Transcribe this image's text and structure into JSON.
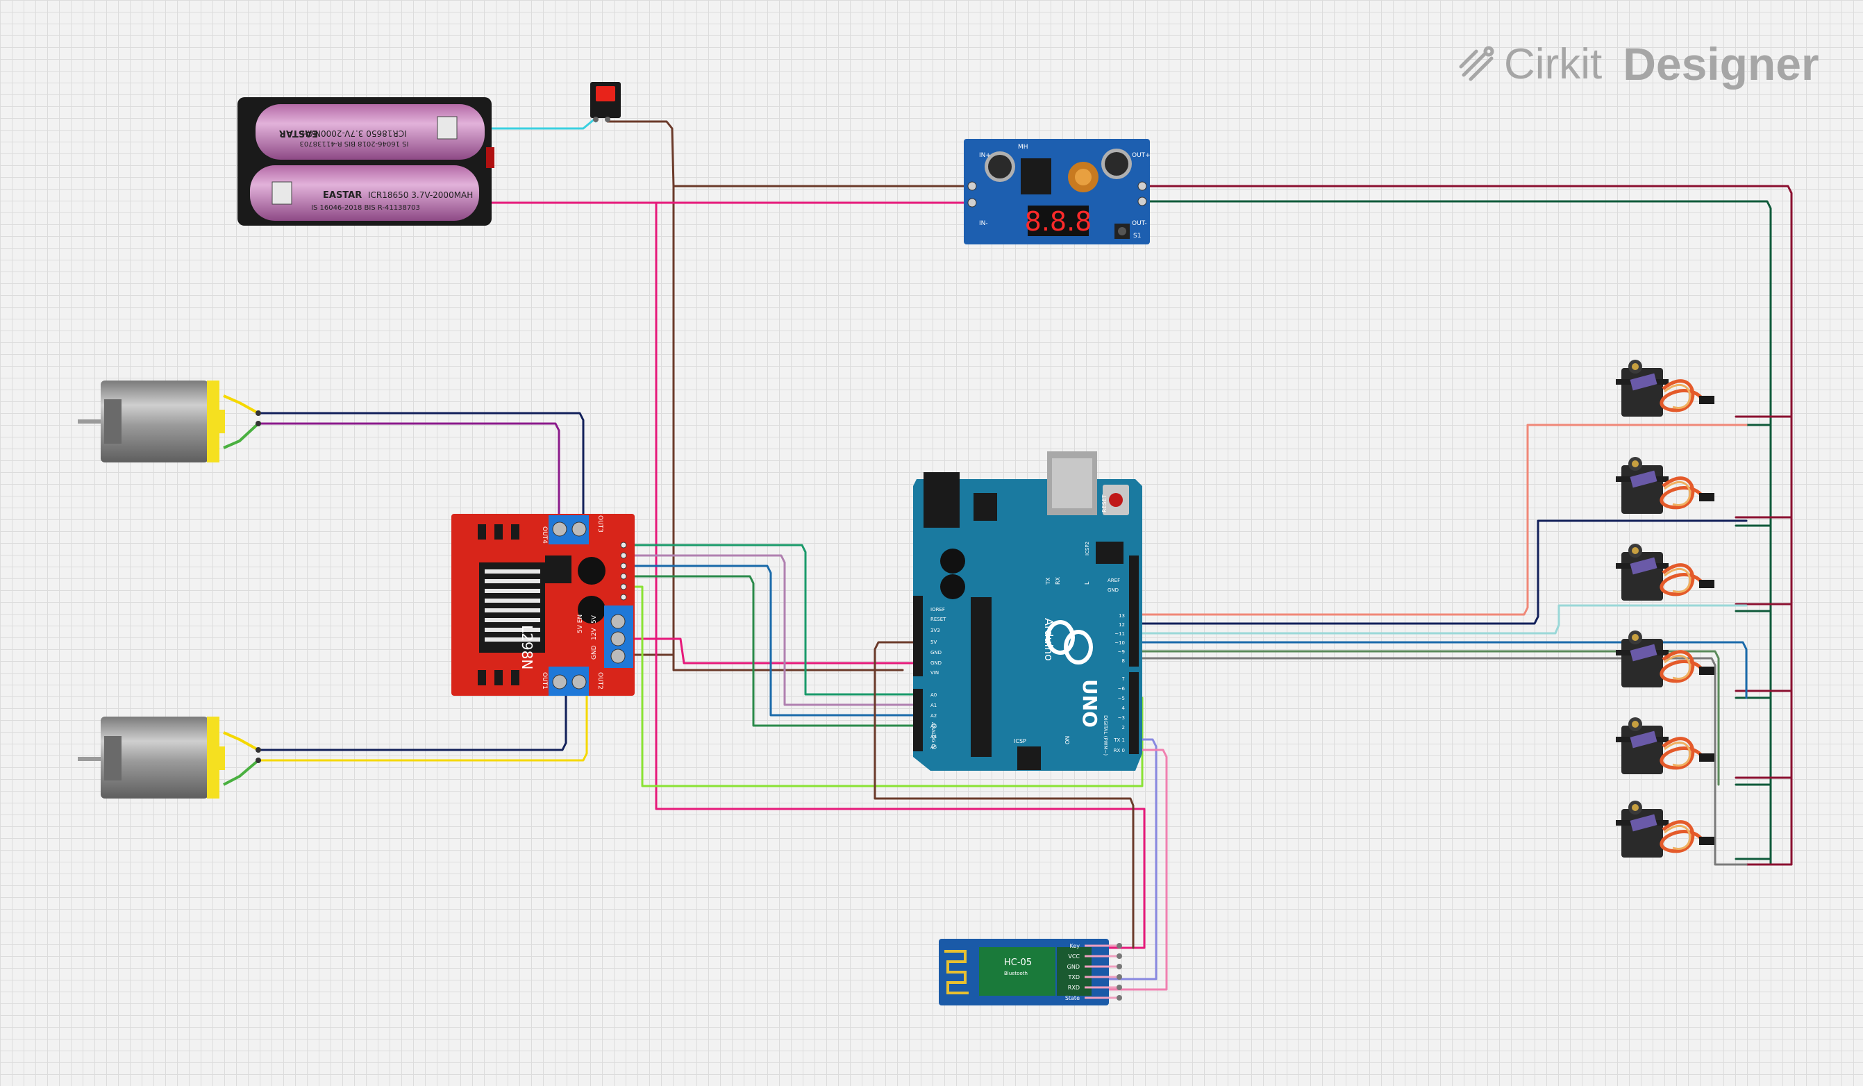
{
  "branding": {
    "name": "Cirkit",
    "product": "Designer"
  },
  "colors": {
    "background": "#f2f2f2",
    "grid": "#dcdcdc",
    "wire_brown": "#6b3a2a",
    "wire_magenta": "#e6197a",
    "wire_darkred": "#8b1030",
    "wire_darkgreen": "#0f5a3a",
    "wire_navy": "#12205a",
    "wire_purple": "#8b1a8b",
    "wire_yellow": "#f5d800",
    "wire_lightgreen": "#8ae234",
    "wire_teal": "#1a9a6a",
    "wire_salmon": "#f08878",
    "wire_lightblue": "#9ad8d8",
    "wire_blue": "#1a6aaa",
    "wire_gray": "#7a7a7a",
    "wire_pink": "#f080b0",
    "wire_lavender": "#8888e0",
    "board_blue": "#1a7aa0",
    "l298n_red": "#d8251a"
  },
  "components": {
    "battery": {
      "cell1_brand": "EASTAR",
      "cell1_text": "ICR18650 3.7V-2000MAH",
      "cell1_sub": "IS 16046-2018 BIS R-41138703",
      "cell2_brand": "EASTAR",
      "cell2_text": "ICR18650 3.7V-2000MAH",
      "cell2_sub": "IS 16046-2018 BIS R-41138703"
    },
    "buck_converter": {
      "display": "8.8.8",
      "label_mh": "MH",
      "in_plus": "IN+",
      "in_minus": "IN-",
      "out_plus": "OUT+",
      "out_minus": "OUT-",
      "button": "S1"
    },
    "l298n": {
      "chip": "L298N",
      "out1": "OUT1",
      "out2": "OUT2",
      "out3": "OUT3",
      "out4": "OUT4",
      "v12": "12V",
      "gnd": "GND",
      "v5": "5V",
      "en": "5V EN"
    },
    "arduino": {
      "name": "UNO",
      "brand": "Arduino",
      "reset": "RESET",
      "icsp": "ICSP",
      "icsp2": "ICSP2",
      "aref": "AREF",
      "gnd": "GND",
      "tx": "TX",
      "rx": "RX",
      "l": "L",
      "on": "ON",
      "digital_label": "DIGITAL (PWM~)",
      "analog_label": "ANALOG IN",
      "power_pins": [
        "IOREF",
        "RESET",
        "3V3",
        "5V",
        "GND",
        "GND",
        "VIN"
      ],
      "analog_pins": [
        "A0",
        "A1",
        "A2",
        "A3",
        "A4",
        "A5"
      ],
      "digital_top": [
        "13",
        "12",
        "~11",
        "~10",
        "~9",
        "8"
      ],
      "digital_bottom": [
        "7",
        "~6",
        "~5",
        "4",
        "~3",
        "2",
        "TX 1",
        "RX 0"
      ]
    },
    "hc05": {
      "model": "HC-05",
      "sub": "Bluetooth",
      "pins": [
        "Key",
        "VCC",
        "GND",
        "TXD",
        "RXD",
        "State"
      ]
    }
  }
}
